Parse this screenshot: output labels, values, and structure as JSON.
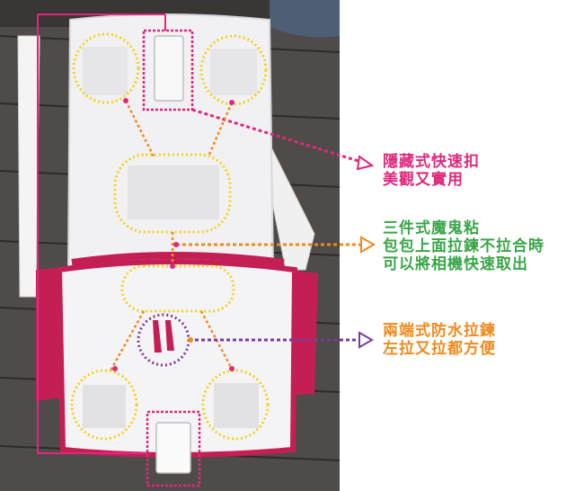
{
  "annotations": {
    "hidden_buckle": {
      "lines": [
        "隱藏式快速扣",
        "美觀又實用"
      ]
    },
    "velcro": {
      "lines": [
        "三件式魔鬼粘",
        "包包上面拉鍊不拉合時",
        "可以將相機快速取出"
      ]
    },
    "zipper": {
      "lines": [
        "兩端式防水拉鍊",
        "左拉又拉都方便"
      ]
    }
  },
  "colors": {
    "pink": "#e0287c",
    "yellow": "#f2d21c",
    "green": "#3aa648",
    "orange": "#f08a1c",
    "purple": "#7a3c9c",
    "bag_white": "#f1f1f3",
    "bag_trim": "#c41f55",
    "deck_dark": "#4a4644"
  }
}
